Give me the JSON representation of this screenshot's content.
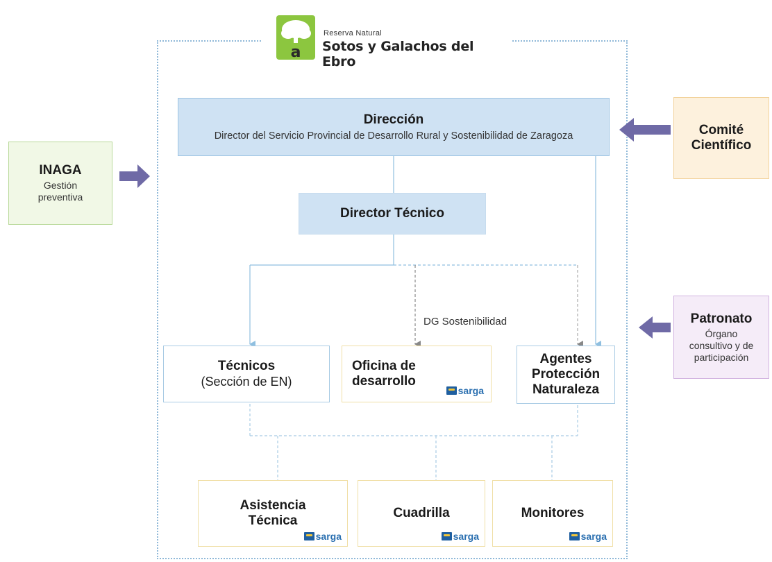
{
  "colors": {
    "frame_dotted": "#8fb8d8",
    "blue_fill": "#cfe2f3",
    "blue_border": "#9cc3e3",
    "arrow": "#6f6aa6",
    "green_fill": "#f1f8e6",
    "green_border": "#b9d99a",
    "orange_fill": "#fdf1dd",
    "orange_border": "#f2d29b",
    "purple_fill": "#f5ecf8",
    "purple_border": "#d2b3e0",
    "yellow_border": "#f0dfa6",
    "connector": "#8fbfe0",
    "dashed_gray": "#999999",
    "logo_green": "#8cc63f"
  },
  "logo": {
    "icon": "tree-logo-icon",
    "small_text": "Reserva Natural",
    "name": "Sotos y Galachos del Ebro"
  },
  "direccion": {
    "title": "Dirección",
    "subtitle": "Director del Servicio Provincial de Desarrollo Rural y Sostenibilidad de Zaragoza"
  },
  "director_tecnico": {
    "title": "Director Técnico"
  },
  "inaga": {
    "title": "INAGA",
    "subtitle_line1": "Gestión",
    "subtitle_line2": "preventiva"
  },
  "comite": {
    "title_line1": "Comité",
    "title_line2": "Científico"
  },
  "patronato": {
    "title": "Patronato",
    "subtitle_line1": "Órgano",
    "subtitle_line2": "consultivo y de",
    "subtitle_line3": "participación"
  },
  "dg_label": "DG Sostenibilidad",
  "tecnicos": {
    "title": "Técnicos",
    "subtitle": "(Sección de EN)"
  },
  "oficina": {
    "title_line1": "Oficina de",
    "title_line2": "desarrollo"
  },
  "agentes": {
    "title_line1": "Agentes",
    "title_line2": "Protección",
    "title_line3": "Naturaleza"
  },
  "asistencia": {
    "title_line1": "Asistencia",
    "title_line2": "Técnica"
  },
  "cuadrilla": {
    "title": "Cuadrilla"
  },
  "monitores": {
    "title": "Monitores"
  },
  "sarga_label": "sarga"
}
